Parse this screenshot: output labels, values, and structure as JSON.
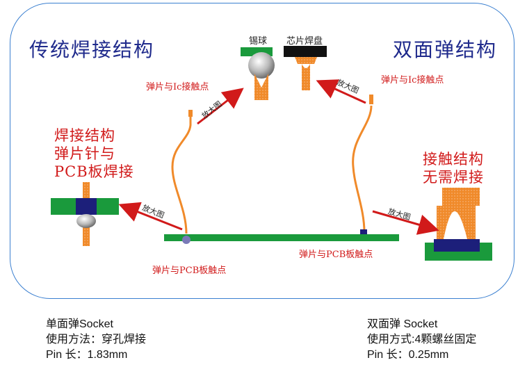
{
  "titles": {
    "left": "传统焊接结构",
    "right": "双面弹结构"
  },
  "labels": {
    "solder_ball": "锡球",
    "chip_pad": "芯片焊盘",
    "spring_ic_contact_left": "弹片与Ic接触点",
    "spring_ic_contact_right": "弹片与Ic接触点",
    "spring_pcb_contact_left": "弹片与PCB板触点",
    "spring_pcb_contact_right": "弹片与PCB板触点",
    "zoom_1": "放大图",
    "zoom_2": "放大图",
    "zoom_3": "放大图",
    "zoom_4": "放大图"
  },
  "left_desc": [
    "焊接结构",
    "弹片针与",
    "PCB板焊接"
  ],
  "right_desc": [
    "接触结构",
    "无需焊接"
  ],
  "footer_left": [
    "单面弹Socket",
    "使用方法：穿孔焊接",
    "Pin 长：1.83mm"
  ],
  "footer_right": [
    "双面弹 Socket",
    "使用方式:4颗螺丝固定",
    "Pin 长：0.25mm"
  ],
  "colors": {
    "border": "#3a7fd0",
    "title": "#1f2a8c",
    "accent_red": "#d11a1a",
    "pcb_green": "#1a9a3c",
    "pin_orange": "#f08a2a",
    "pad_navy": "#1c1f7a"
  }
}
